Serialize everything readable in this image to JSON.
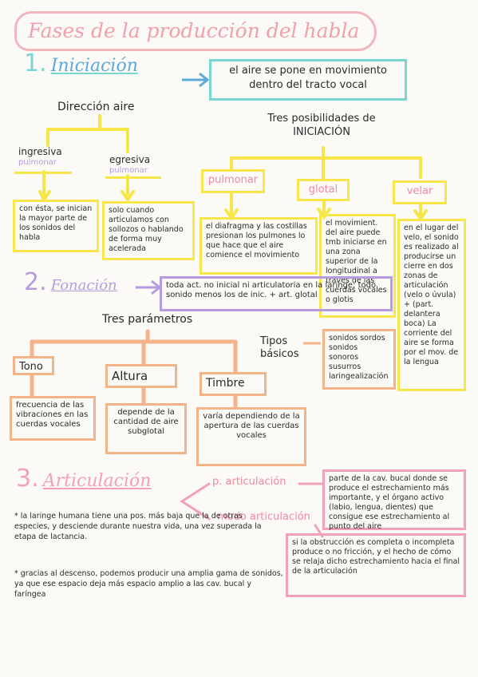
{
  "title": "Fases de la producción del habla",
  "colors": {
    "yellow": "#f7e64a",
    "teal": "#7ad6d0",
    "purple": "#b79be0",
    "peach": "#f5b38a",
    "pink": "#f2a2b5",
    "blue": "#5da9d8"
  },
  "iniciacion": {
    "number": "1.",
    "name": "Iniciación",
    "definition": "el aire se pone en movimiento dentro del tracto vocal",
    "direccion_label": "Dirección aire",
    "ingresiva": {
      "label": "ingresiva",
      "sub": "pulmonar",
      "desc": "con ésta, se inician la mayor parte de los sonidos del habla"
    },
    "egresiva": {
      "label": "egresiva",
      "sub": "pulmonar",
      "desc": "solo cuando articulamos con sollozos o hablando de forma muy acelerada"
    },
    "posibilidades_label": "Tres posibilidades de",
    "posibilidades_label2": "INICIACIÓN",
    "pulmonar": {
      "label": "pulmonar",
      "desc": "el diafragma y las costillas presionan los pulmones lo que hace que el aire comience el movimiento"
    },
    "glotal": {
      "label": "glotal",
      "desc": "el movimient. del aire puede tmb iniciarse en una zona superior de la longitudinal a través de las cuerdas vocales o glotis"
    },
    "velar": {
      "label": "velar",
      "desc": "en el lugar del velo, el sonido es realizado al producirse un cierre en dos zonas de articulación (velo o úvula) + (part. delantera boca) La corriente del aire se forma por el mov. de la lengua"
    }
  },
  "fonacion": {
    "number": "2.",
    "name": "Fonación",
    "definition": "toda act. no inicial ni articulatoria en la laringe; todo sonido menos los de inic. + art. glotal",
    "tres_parametros": "Tres parámetros",
    "tono": {
      "label": "Tono",
      "desc": "frecuencia de las vibraciones en las cuerdas vocales"
    },
    "altura": {
      "label": "Altura",
      "desc": "depende de la cantidad de aire subglotal"
    },
    "timbre": {
      "label": "Timbre",
      "desc": "varía dependiendo de la apertura de las cuerdas vocales"
    },
    "tipos_label": "Tipos básicos",
    "tipos_list": [
      "sonidos sordos",
      "sonidos sonoros",
      "susurros",
      "laringealización"
    ]
  },
  "articulacion": {
    "number": "3.",
    "name": "Articulación",
    "punto_label": "p. articulación",
    "punto_desc": "parte de la cav. bucal donde se produce el estrechamiento más importante, y el órgano activo (labio, lengua, dientes) que consigue ese estrechamiento al punto del aire",
    "modo_label": "modo articulación",
    "modo_desc": "si la obstrucción es completa o incompleta produce o no fricción, y el hecho de cómo se relaja dicho estrechamiento hacia el final de la articulación"
  },
  "notes": [
    "* la laringe humana tiene una pos. más baja que la de otras especies, y desciende durante nuestra vida, una vez superada la etapa de lactancia.",
    "* gracias al descenso, podemos producir una amplia gama de sonidos, ya que ese espacio deja más espacio amplio a las cav. bucal y faríngea"
  ]
}
